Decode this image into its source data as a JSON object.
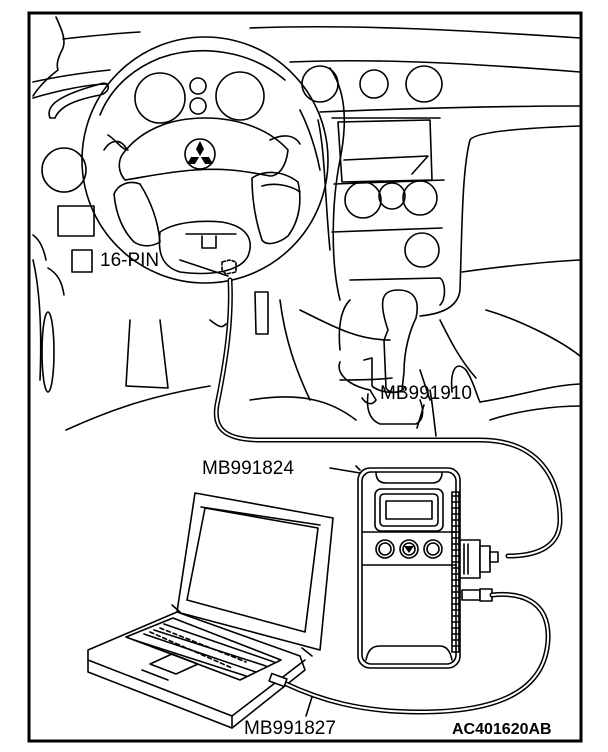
{
  "diagram": {
    "description": "Connection of diagnostic tool to vehicle 16-pin data link connector",
    "colors": {
      "line": "#000000",
      "background": "#ffffff"
    },
    "labels": {
      "connector": "16-PIN",
      "main_harness": "MB991910",
      "vci": "MB991824",
      "usb_cable": "MB991827",
      "figure_code": "AC401620AB"
    },
    "components": [
      {
        "id": "steering-wheel",
        "name": "Steering wheel",
        "icon": "mitsubishi-logo"
      },
      {
        "id": "data-link-connector",
        "name": "16-pin diagnostic connector"
      },
      {
        "id": "vci",
        "name": "Vehicle communication interface",
        "buttons": [
          "esc-button",
          "down-arrow-button",
          "enter-button"
        ]
      },
      {
        "id": "laptop",
        "name": "Personal computer"
      }
    ]
  }
}
